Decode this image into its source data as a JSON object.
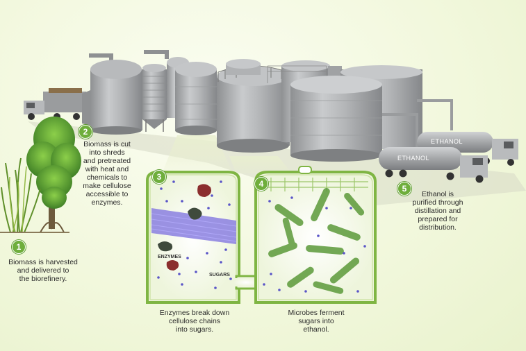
{
  "steps": [
    {
      "number": "1",
      "caption": "Biomass is harvested\nand delivered to\nthe biorefinery."
    },
    {
      "number": "2",
      "caption": "Biomass is cut\ninto shreds\nand pretreated\nwith heat and\nchemicals to\nmake cellulose\naccessible to\nenzymes."
    },
    {
      "number": "3",
      "caption": "Enzymes break  down\ncellulose chains\ninto sugars."
    },
    {
      "number": "4",
      "caption": "Microbes ferment\nsugars into\nethanol."
    },
    {
      "number": "5",
      "caption": "Ethanol is\npurified through\ndistillation and\nprepared for\ndistribution."
    }
  ],
  "labels": {
    "enzymes": "ENZYMES",
    "sugars": "SUGARS",
    "tanker_1": "ETHANOL",
    "tanker_2": "ETHANOL"
  },
  "colors": {
    "accent_green": "#6fae3c",
    "tank_gray": "#a9abad",
    "cellulose_purple": "#8a7fe0",
    "microbe_green": "#5c9a3a"
  }
}
